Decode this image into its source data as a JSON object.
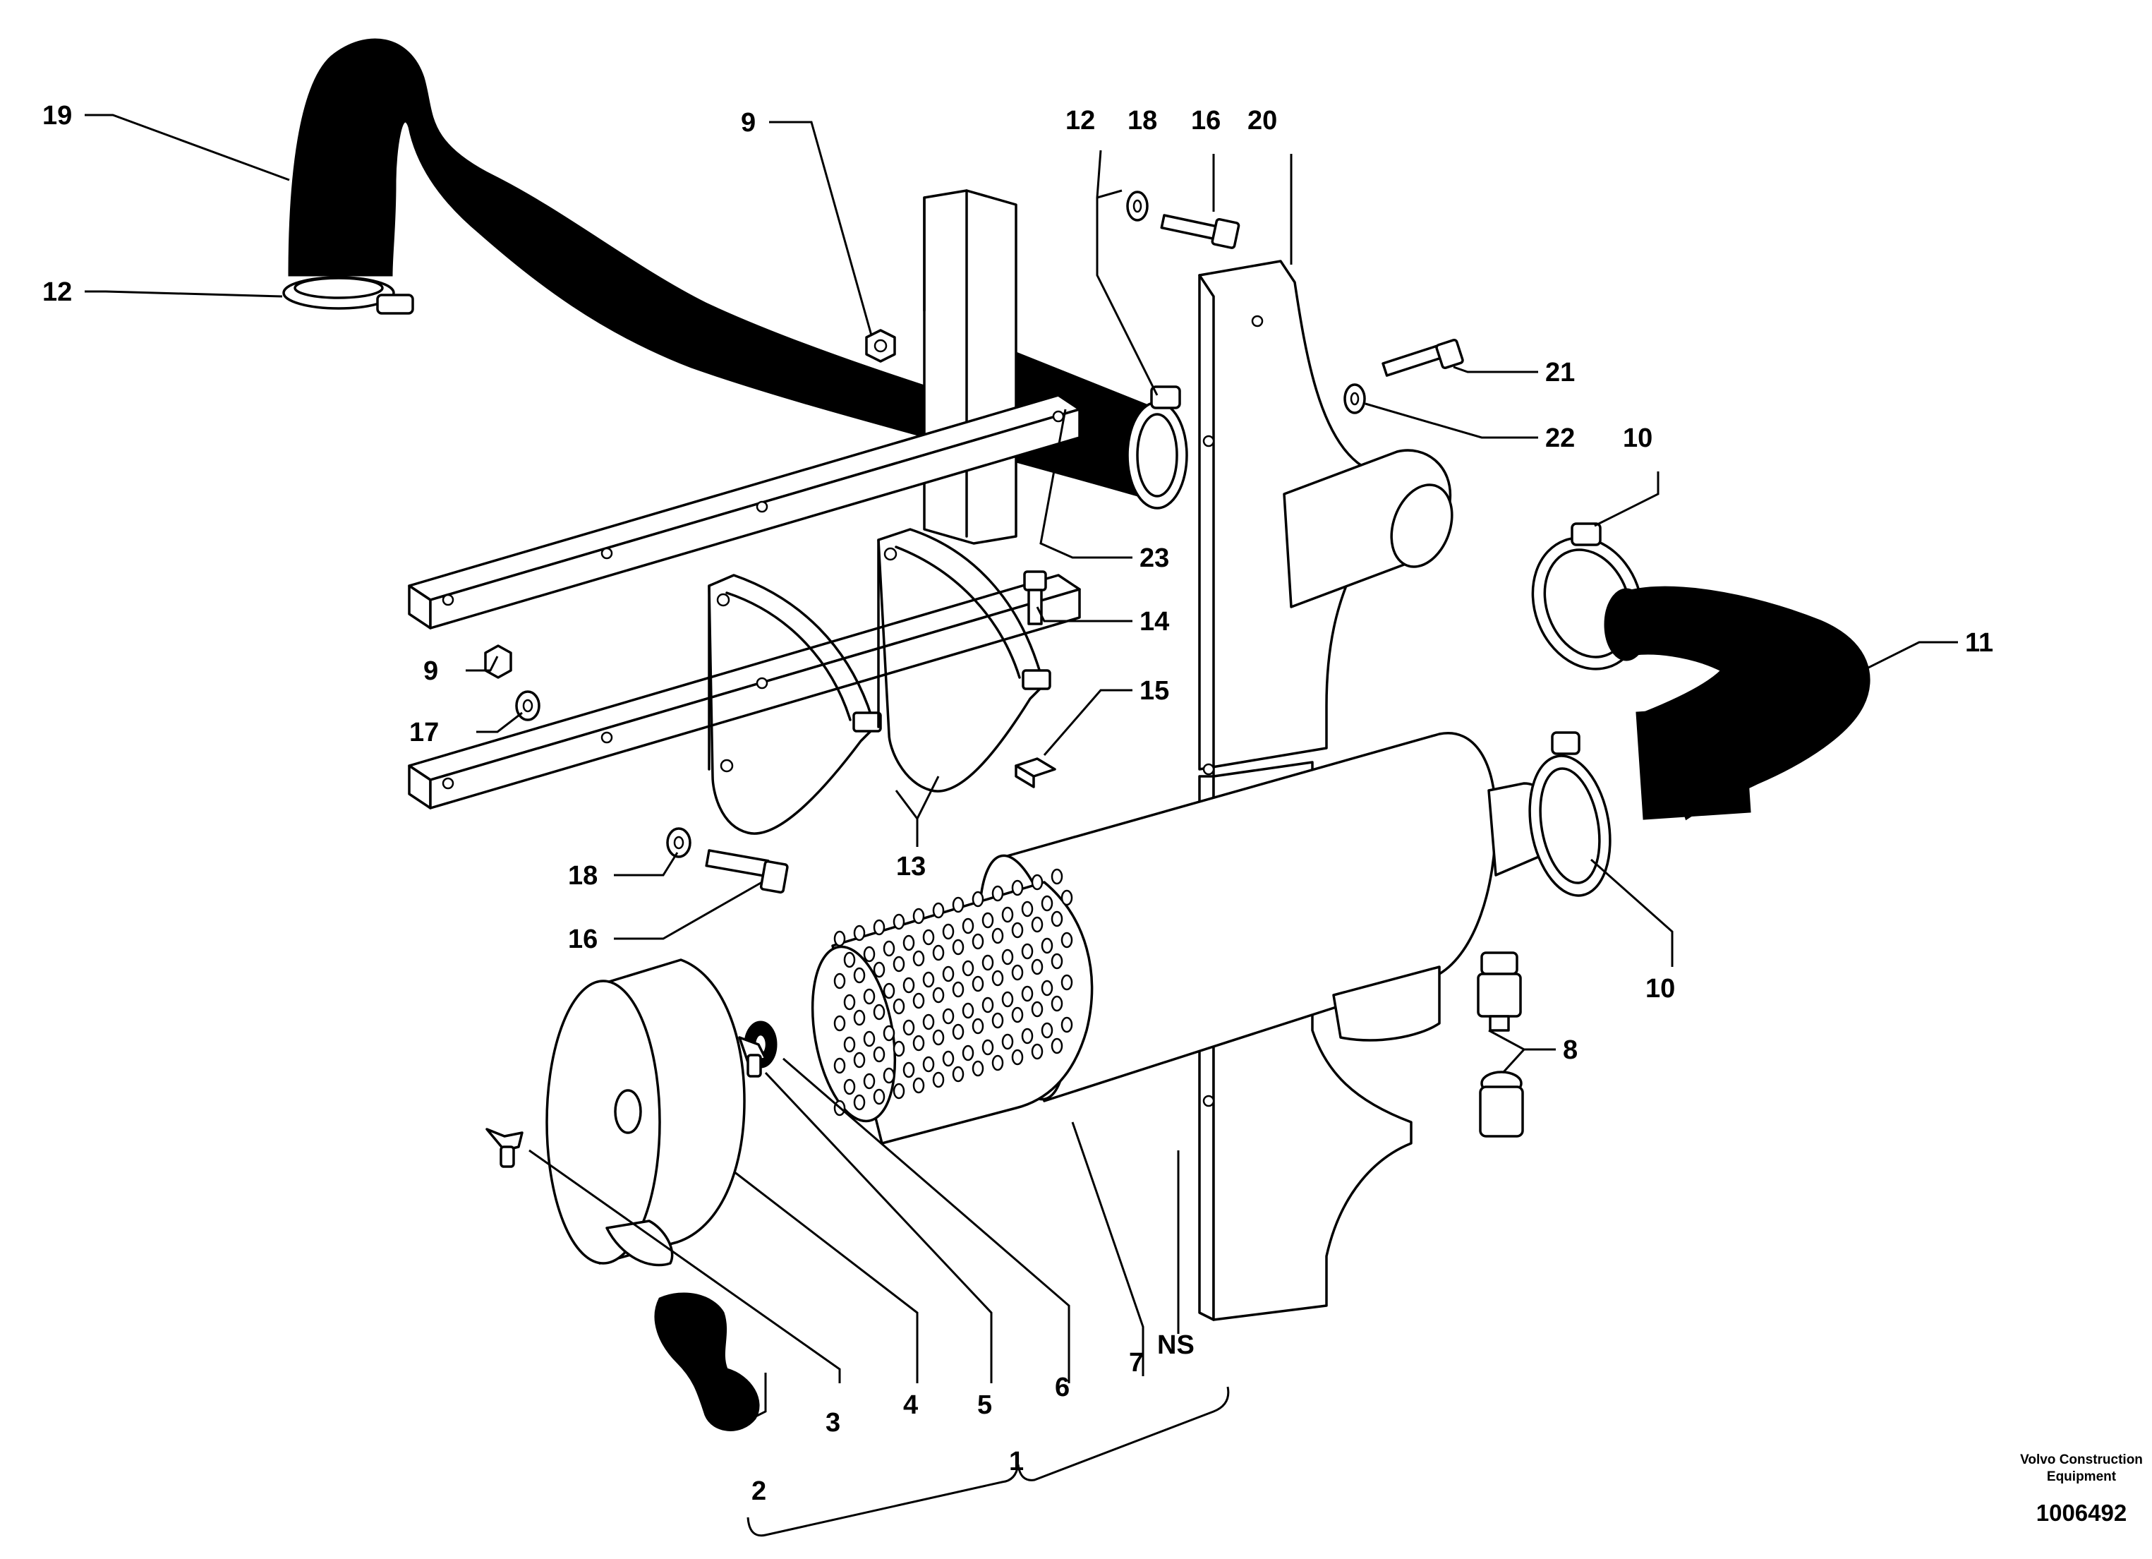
{
  "diagram": {
    "callouts": {
      "c1": "1",
      "c2": "2",
      "c3": "3",
      "c4": "4",
      "c5": "5",
      "c6": "6",
      "c7": "7",
      "c8": "8",
      "c9a": "9",
      "c9b": "9",
      "c10a": "10",
      "c10b": "10",
      "c11": "11",
      "c12a": "12",
      "c12b": "12",
      "c13": "13",
      "c14": "14",
      "c15": "15",
      "c16a": "16",
      "c16b": "16",
      "c17": "17",
      "c18a": "18",
      "c18b": "18",
      "c19": "19",
      "c20": "20",
      "c21": "21",
      "c22": "22",
      "c23": "23",
      "cns": "NS"
    },
    "brand_line1": "Volvo Construction",
    "brand_line2": "Equipment",
    "doc_number": "1006492"
  }
}
